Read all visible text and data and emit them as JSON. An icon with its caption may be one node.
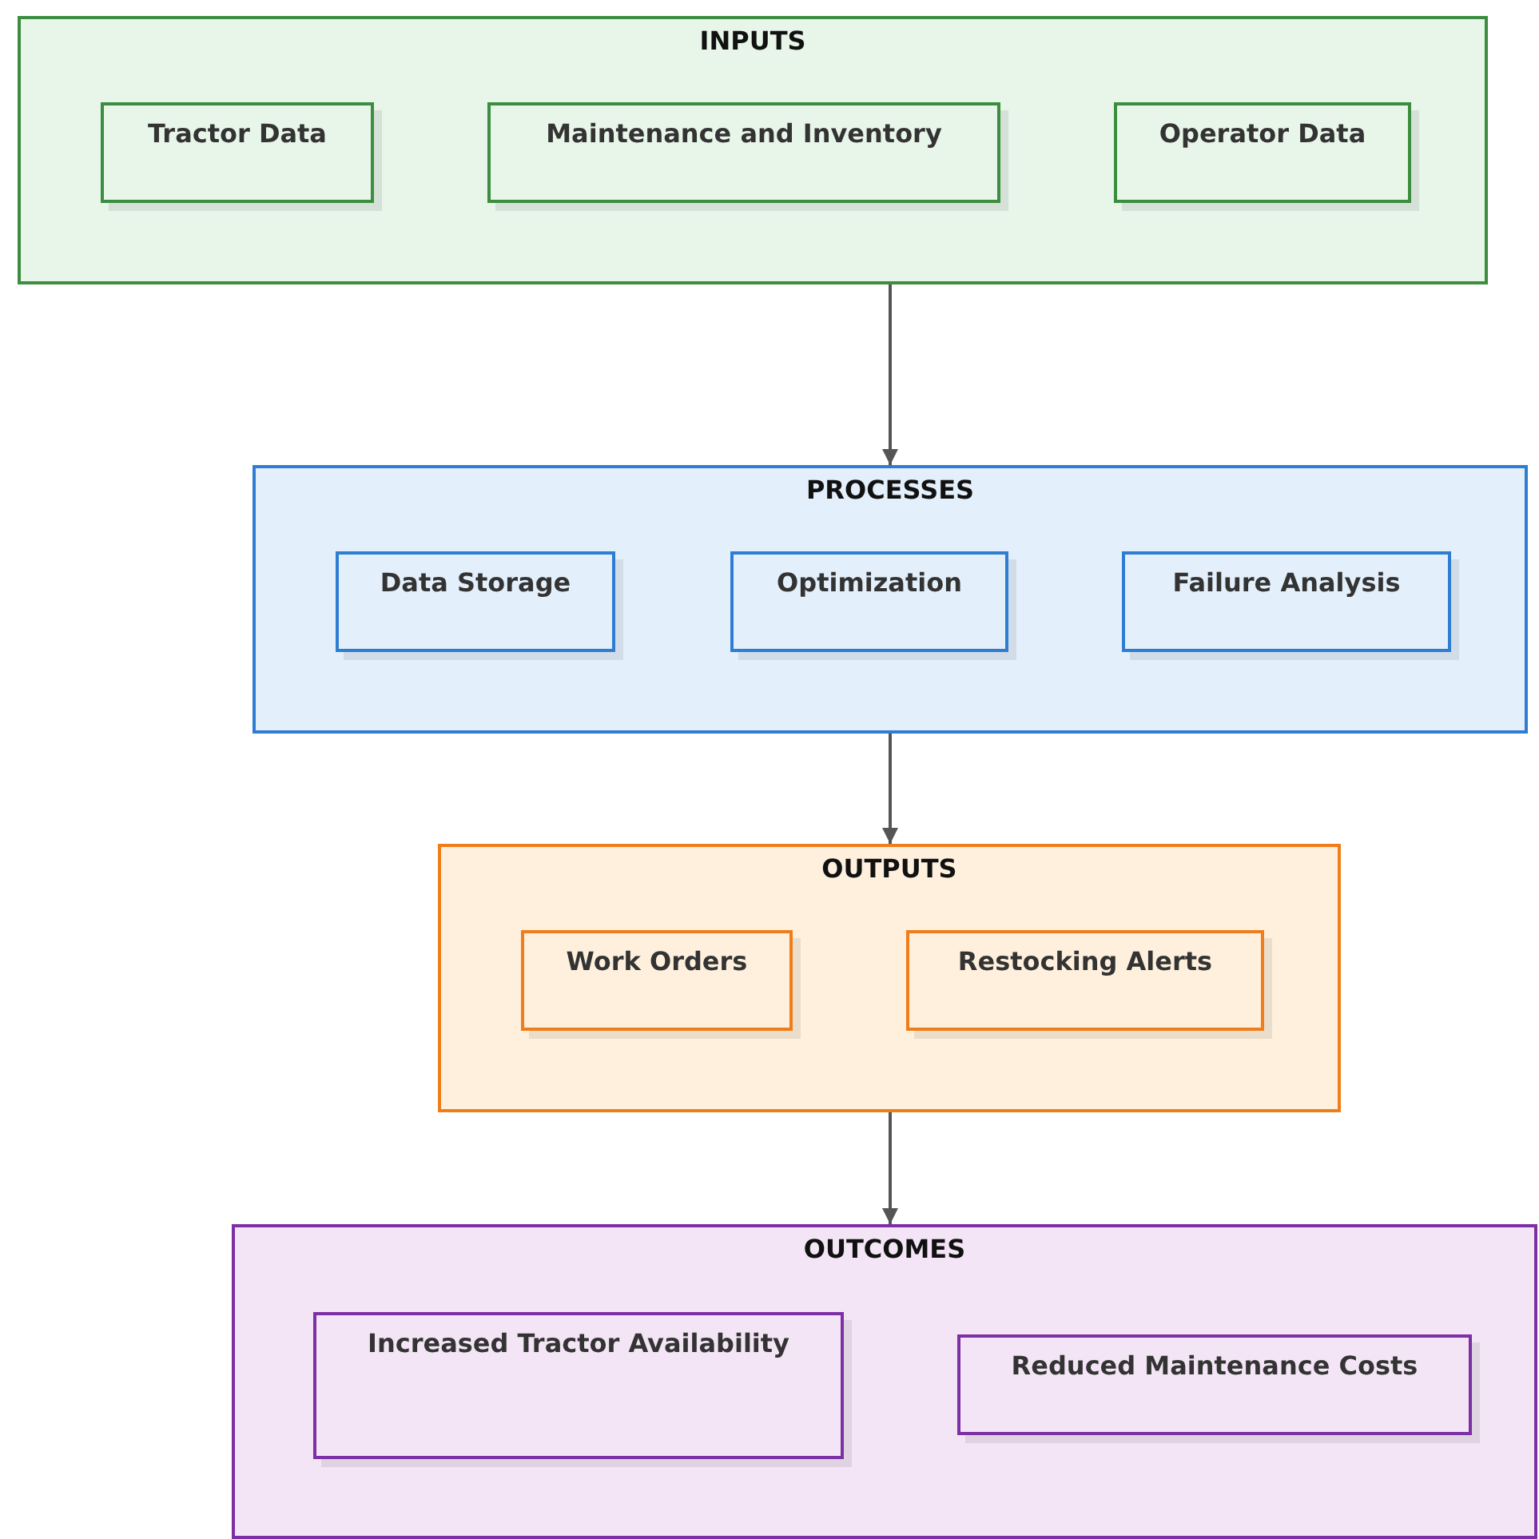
{
  "diagram": {
    "nodes": [
      {
        "text": [
          "INPUTS"
        ]
      },
      {
        "text": [
          "Tractor Data"
        ],
        "in": 0
      },
      {
        "text": [
          "Maintenance and Inventory"
        ],
        "in": 0
      },
      {
        "text": [
          "Operator Data"
        ],
        "in": 0
      },
      {
        "text": [
          "PROCESSES"
        ]
      },
      {
        "text": [
          "Data Storage"
        ],
        "in": 4
      },
      {
        "text": [
          "Optimization"
        ],
        "in": 4
      },
      {
        "text": [
          "Failure Analysis"
        ],
        "in": 4
      },
      {
        "text": [
          "OUTPUTS"
        ]
      },
      {
        "text": [
          "Work Orders"
        ],
        "in": 8
      },
      {
        "text": [
          "Restocking Alerts"
        ],
        "in": 8
      },
      {
        "text": [
          "OUTCOMES"
        ]
      },
      {
        "text": [
          "Increased Tractor Availability"
        ],
        "in": 11
      },
      {
        "text": [
          "Reduced Maintenance Costs"
        ],
        "in": 11
      }
    ],
    "edges": [
      {
        "from": 0,
        "to": 4,
        "arrow": "to"
      },
      {
        "from": 4,
        "to": 8,
        "arrow": "to"
      },
      {
        "from": 8,
        "to": 11,
        "arrow": "to"
      }
    ]
  }
}
